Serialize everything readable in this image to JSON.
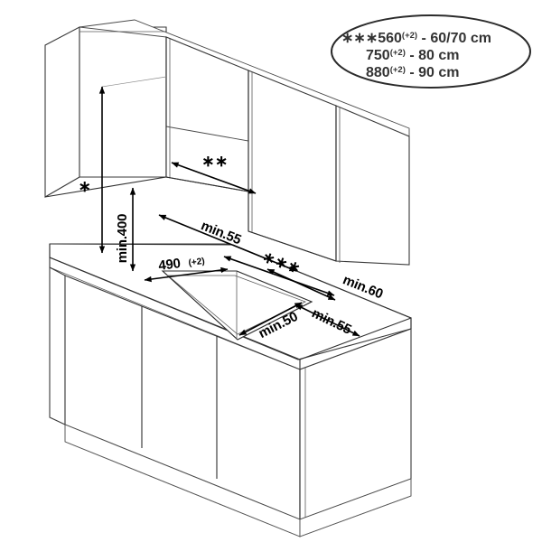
{
  "diagram": {
    "title": "Kitchen hob and cooker hood installation clearance diagram",
    "type": "technical-installation-drawing",
    "line_color": "#2e2e2e",
    "background_color": "#ffffff"
  },
  "legend": {
    "name": "hood-width-legend",
    "rows": [
      {
        "marker": "∗∗∗",
        "value": "560",
        "tolerance": "(+2)",
        "separator": "-",
        "result": "60/70 cm"
      },
      {
        "marker": "",
        "value": "750",
        "tolerance": "(+2)",
        "separator": "-",
        "result": "80 cm"
      },
      {
        "marker": "",
        "value": "880",
        "tolerance": "(+2)",
        "separator": "-",
        "result": "90 cm"
      }
    ]
  },
  "dimensions": {
    "wall_unit_height": {
      "label": "∗",
      "name": "wall-unit-height-star"
    },
    "hood_width": {
      "label": "∗∗",
      "name": "hood-width-doublestar"
    },
    "hob_to_hood": {
      "label": "min.400",
      "name": "hob-to-hood-clearance"
    },
    "worktop_depth_back": {
      "label": "min.55",
      "name": "worktop-depth-back"
    },
    "cutout_width": {
      "label": "490",
      "tolerance": "(+2)",
      "name": "hob-cutout-width"
    },
    "cutout_depth": {
      "label": "min.50",
      "name": "hob-cutout-depth"
    },
    "side_clearance": {
      "label": "min.55",
      "name": "hob-side-clearance"
    },
    "wall_unit_depth": {
      "label": "min.60",
      "name": "wall-unit-depth"
    },
    "hood_span": {
      "label": "∗∗∗",
      "name": "hood-span-triplestar"
    }
  },
  "parts": {
    "wall_cabinet_left": "wall-cabinet-left",
    "wall_cabinet_center": "wall-cabinet-center-hood-recess",
    "wall_cabinet_right": "wall-cabinet-right",
    "worktop": "worktop-slab",
    "hob_cutout": "hob-cutout",
    "base_cabinet": "base-cabinet-run",
    "plinth": "base-cabinet-plinth"
  }
}
